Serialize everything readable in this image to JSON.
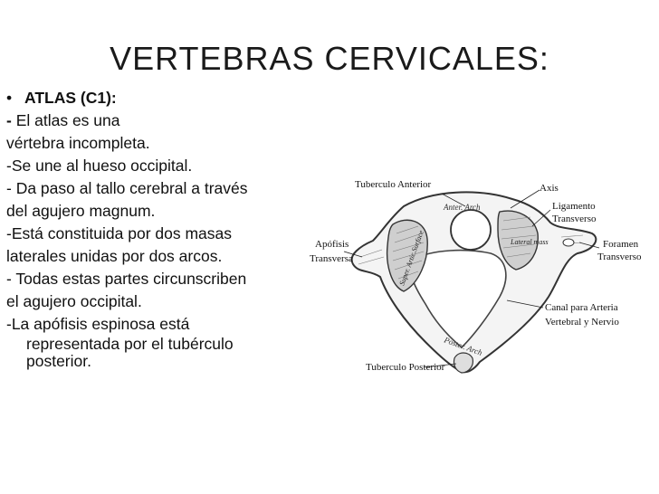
{
  "title": "VERTEBRAS CERVICALES:",
  "heading_bullet": "•",
  "heading": "ATLAS (C1):",
  "lines": [
    {
      "prefix": "-",
      "text": " El atlas es una"
    },
    {
      "prefix": "",
      "text": "vértebra incompleta."
    },
    {
      "prefix": "",
      "text": "-Se une al hueso occipital."
    },
    {
      "prefix": "",
      "text": "- Da paso al tallo cerebral a través"
    },
    {
      "prefix": "",
      "text": "del agujero magnum."
    },
    {
      "prefix": "",
      "text": "-Está constituida por dos masas"
    },
    {
      "prefix": "",
      "text": "laterales unidas por dos arcos."
    },
    {
      "prefix": "",
      "text": "- Todas estas partes circunscriben"
    },
    {
      "prefix": "",
      "text": "el agujero occipital."
    },
    {
      "prefix": "",
      "text": "-La apófisis espinosa está"
    },
    {
      "prefix": "",
      "text": "representada por el tubérculo"
    },
    {
      "prefix": "",
      "text": "posterior."
    }
  ],
  "figure": {
    "labels": {
      "tuberculo_anterior": "Tuberculo Anterior",
      "axis": "Axis",
      "ligamento": "Ligamento",
      "transverso": "Transverso",
      "apofisis": "Apófisis",
      "transversa": "Transversa",
      "foramen": "Foramen",
      "foramen_transverso": "Transverso",
      "canal_arteria": "Canal para Arteria",
      "vertebral_nervio": "Vertebral y Nervio",
      "tuberculo_posterior": "Tuberculo Posterior",
      "anter_arch": "Anter. Arch",
      "poster_arch": "Poster. Arch",
      "super_artic_surface": "Super. Artic.Surface",
      "lateral_mass": "Lateral mass"
    }
  }
}
